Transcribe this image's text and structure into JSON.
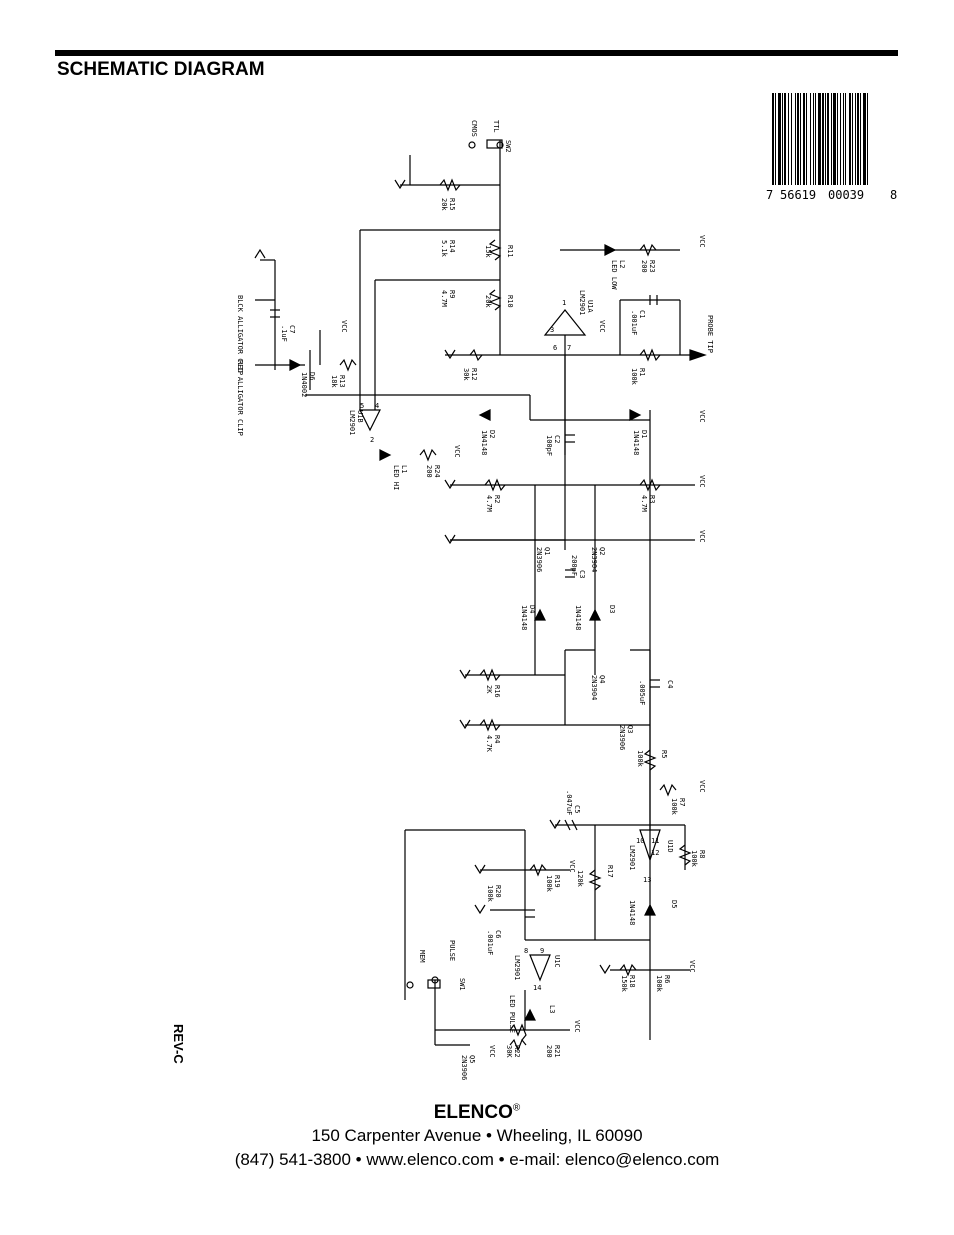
{
  "header": {
    "title": "SCHEMATIC DIAGRAM"
  },
  "barcode": {
    "left_digit": "7",
    "group1": "56619",
    "group2": "00039",
    "check_digit": "8"
  },
  "revision": "REV-C",
  "footer": {
    "brand": "ELENCO",
    "registered": "®",
    "address": "150 Carpenter Avenue • Wheeling, IL  60090",
    "contact": "(847) 541-3800 • www.elenco.com • e-mail:  elenco@elenco.com"
  },
  "schematic": {
    "labels": {
      "cmos": "CMOS",
      "ttl": "TTL",
      "sw2": "SW2",
      "r15": "R15",
      "r15_val": "20k",
      "r14": "R14",
      "r14_val": "5.1k",
      "r11": "R11",
      "r11_val": "15k",
      "r9": "R9",
      "r9_val": "4.7M",
      "r10": "R10",
      "r10_val": "20k",
      "r12": "R12",
      "r12_val": "30k",
      "r13": "R13",
      "r13_val": "18k",
      "r23": "R23",
      "r23_val": "200",
      "l2": "L2",
      "l2_val": "LED LOW",
      "u1a": "U1A",
      "u1a_val": "LM2901",
      "c1": "C1",
      "c1_val": ".001uF",
      "r1": "R1",
      "r1_val": "100k",
      "probe": "PROBE TIP",
      "black_clip": "BLCK ALLIGATOR CLIP",
      "red_clip": "RED ALLIGATOR CLIP",
      "c7": "C7",
      "c7_val": ".1uF",
      "d6": "D6",
      "d6_val": "1N4002",
      "u1b": "U1B",
      "u1b_val": "LM2901",
      "l1": "L1",
      "l1_val": "LED HI",
      "r24": "R24",
      "r24_val": "200",
      "d2": "D2",
      "d2_val": "1N4148",
      "c2": "C2",
      "c2_val": "100pF",
      "d1": "D1",
      "d1_val": "1N4148",
      "r2": "R2",
      "r2_val": "4.7M",
      "r3": "R3",
      "r3_val": "4.7M",
      "q1": "Q1",
      "q1_val": "2N3906",
      "q2": "Q2",
      "q2_val": "2N3904",
      "c3": "C3",
      "c3_val": "200pF",
      "d4": "D4",
      "d4_val": "1N4148",
      "d3": "D3",
      "d3_val": "1N4148",
      "r16": "R16",
      "r16_val": "2K",
      "q4": "Q4",
      "q4_val": "2N3904",
      "c4": "C4",
      "c4_val": ".005uF",
      "r4": "R4",
      "r4_val": "4.7K",
      "q3": "Q3",
      "q3_val": "2N3906",
      "r5": "R5",
      "r5_val": "100k",
      "r7": "R7",
      "r7_val": "100k",
      "c5": "C5",
      "c5_val": ".047uF",
      "r8": "R8",
      "r8_val": "100k",
      "u1d": "U1D",
      "u1d_val": "LM2901",
      "r19": "R19",
      "r19_val": "100k",
      "r20": "R20",
      "r20_val": "100k",
      "r17": "R17",
      "r17_val": "120k",
      "d5": "D5",
      "d5_val": "1N4148",
      "c6": "C6",
      "c6_val": ".001uF",
      "u1c": "U1C",
      "u1c_val": "LM2901",
      "r6": "R6",
      "r6_val": "100k",
      "r18": "R18",
      "r18_val": "150k",
      "pulse": "PULSE",
      "sw1": "SW1",
      "mem": "MEM",
      "l3": "L3",
      "l3_val": "LED PULSE",
      "r22": "R22",
      "r22_val": "30K",
      "r21": "R21",
      "r21_val": "200",
      "q5": "Q5",
      "q5_val": "2N3906",
      "vcc": "VCC",
      "pin1": "1",
      "pin2": "2",
      "pin3": "3",
      "pin4": "4",
      "pin5": "5",
      "pin6": "6",
      "pin7": "7",
      "pin8": "8",
      "pin9": "9",
      "pin10": "10",
      "pin11": "11",
      "pin12": "12",
      "pin13": "13",
      "pin14": "14"
    }
  }
}
